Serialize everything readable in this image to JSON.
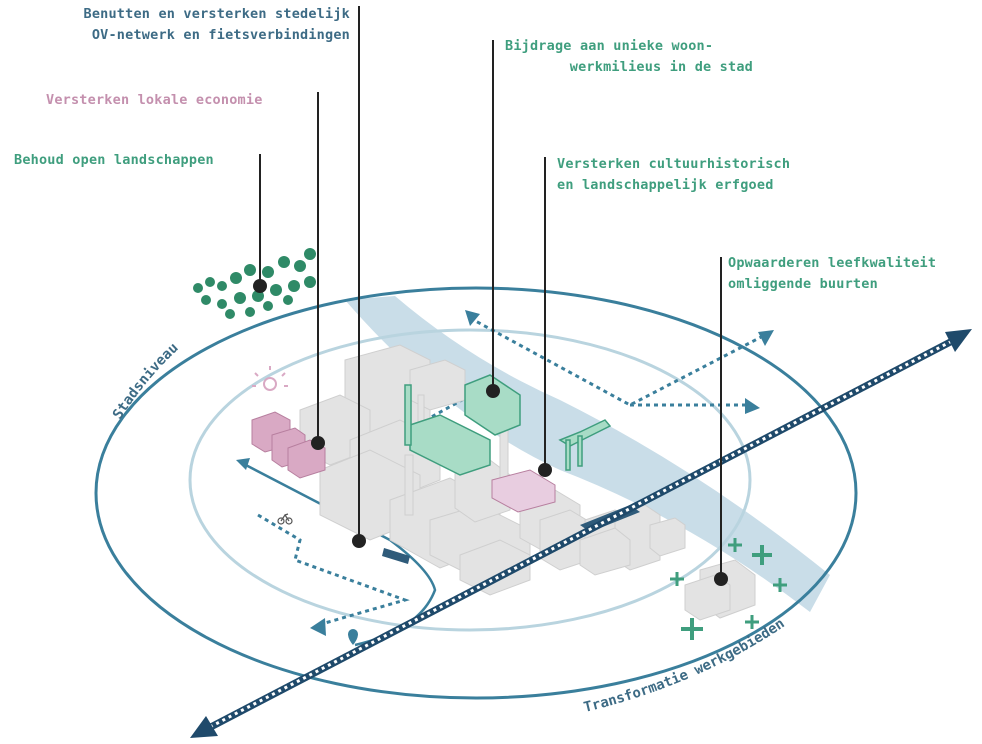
{
  "labels": {
    "ov_line1": "Benutten en versterken stedelijk",
    "ov_line2": "OV-netwerk en fietsverbindingen",
    "economie": "Versterken lokale economie",
    "landschap": "Behoud open landschappen",
    "woon_line1": "Bijdrage aan unieke woon-",
    "woon_line2": "werkmilieus in de stad",
    "erfgoed_line1": "Versterken cultuurhistorisch",
    "erfgoed_line2": "en landschappelijk erfgoed",
    "leef_line1": "Opwaarderen leefkwaliteit",
    "leef_line2": "omliggende buurten"
  },
  "curved": {
    "stadsniveau": "Stadsniveau",
    "transformatie": "Transformatie werkgebieden"
  },
  "colors": {
    "dark_blue": "#1f4a6b",
    "ring_blue": "#3a7f9c",
    "inner_ring": "#b9d4df",
    "river": "#c9dde8",
    "green": "#3f9e7e",
    "pink": "#c490ae",
    "building": "#e3e3e3"
  }
}
